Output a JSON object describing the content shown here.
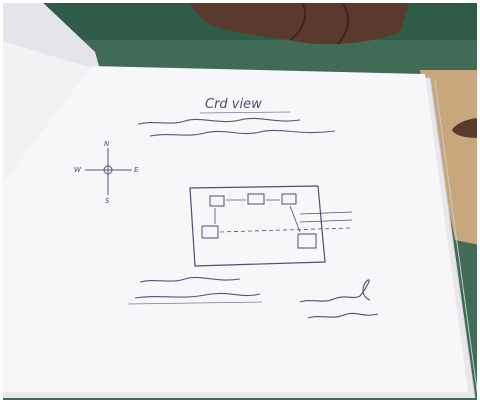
{
  "photo": {
    "description_tokens": [],
    "sheet": {
      "heading": "Crd view",
      "compass": {
        "north": "N",
        "south": "S",
        "east": "E",
        "west": "W"
      }
    }
  }
}
